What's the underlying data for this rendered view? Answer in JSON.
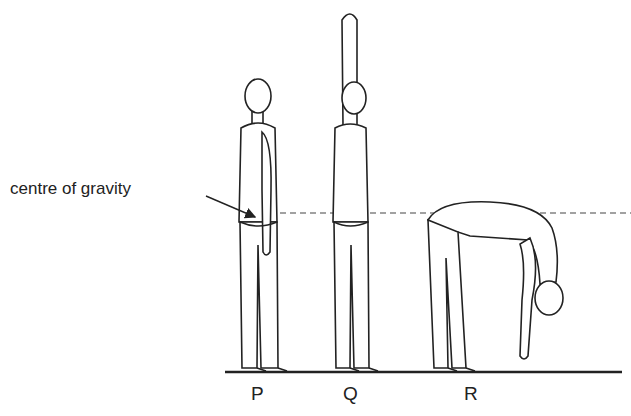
{
  "diagram": {
    "labels": [
      "centre of gravity",
      "P",
      "Q",
      "R"
    ]
  }
}
